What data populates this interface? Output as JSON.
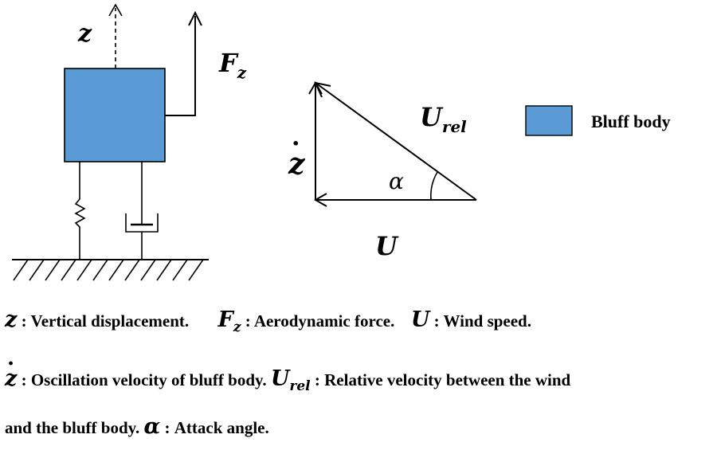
{
  "diagram": {
    "labels": {
      "z": "z",
      "fz_main": "F",
      "fz_sub": "z",
      "z_dot": "z",
      "urel_main": "U",
      "urel_sub": "rel",
      "alpha": "α",
      "u": "U"
    },
    "legend": {
      "label": "Bluff body",
      "color": "#5b9bd5"
    }
  },
  "captions": {
    "line1": {
      "z_sym": "z",
      "z_desc": " : Vertical displacement.",
      "fz_sym": "F",
      "fz_sub": "z",
      "fz_desc": " : Aerodynamic force.",
      "u_sym": "U",
      "u_desc": " : Wind speed."
    },
    "line2": {
      "zdot_sym": "z",
      "zdot_desc": " : Oscillation velocity of bluff body.",
      "urel_sym": "U",
      "urel_sub": "rel",
      "urel_desc": " : Relative velocity between the wind"
    },
    "line3": {
      "text_a": "and the bluff body.",
      "alpha_sym": "α",
      "alpha_desc": " : Attack angle."
    }
  }
}
